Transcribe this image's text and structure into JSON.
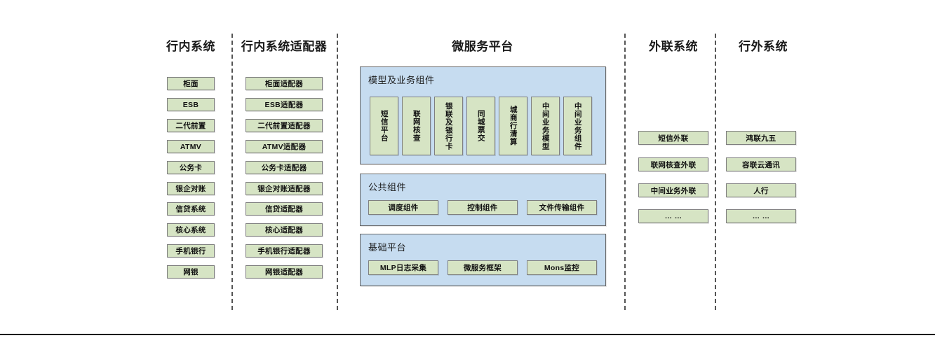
{
  "columns": [
    {
      "id": "internal-systems",
      "title": "行内系统",
      "items": [
        "柜面",
        "ESB",
        "二代前置",
        "ATMV",
        "公务卡",
        "银企对账",
        "信贷系统",
        "核心系统",
        "手机银行",
        "网银"
      ]
    },
    {
      "id": "internal-system-adapters",
      "title": "行内系统适配器",
      "items": [
        "柜面适配器",
        "ESB适配器",
        "二代前置适配器",
        "ATMV适配器",
        "公务卡适配器",
        "银企对账适配器",
        "信贷适配器",
        "核心适配器",
        "手机银行适配器",
        "网银适配器"
      ]
    },
    {
      "id": "microservice-platform",
      "title": "微服务平台",
      "groups": [
        {
          "id": "model-business-components",
          "label": "模型及业务组件",
          "orientation": "vertical",
          "items": [
            "短信平台",
            "联网核查",
            "银联及银行卡",
            "同城票交",
            "城商行清算",
            "中间业务模型",
            "中间业务组件"
          ]
        },
        {
          "id": "public-components",
          "label": "公共组件",
          "orientation": "horizontal",
          "items": [
            "调度组件",
            "控制组件",
            "文件传输组件"
          ]
        },
        {
          "id": "base-platform",
          "label": "基础平台",
          "orientation": "horizontal",
          "items": [
            "MLP日志采集",
            "微服务框架",
            "Mons监控"
          ]
        }
      ]
    },
    {
      "id": "external-link-systems",
      "title": "外联系统",
      "items": [
        "短信外联",
        "联网核查外联",
        "中间业务外联",
        "… …"
      ]
    },
    {
      "id": "outside-bank-systems",
      "title": "行外系统",
      "items": [
        "鸿联九五",
        "容联云通讯",
        "人行",
        "… …"
      ]
    }
  ],
  "colors": {
    "leaf_fill": "#d6e4c4",
    "leaf_border": "#7f7f7f",
    "panel_fill": "#c6dcf0",
    "panel_border": "#666666",
    "divider": "#555555",
    "text": "#1a1a1a",
    "background": "#ffffff"
  }
}
